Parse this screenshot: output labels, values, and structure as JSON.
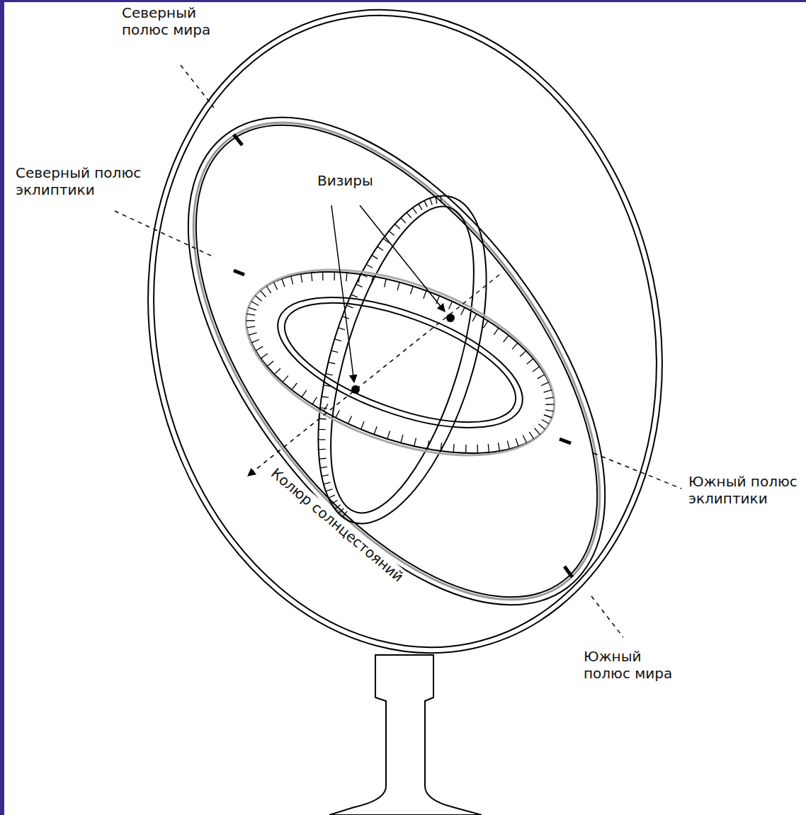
{
  "diagram": {
    "labels": [
      "Северный полюс мира",
      "Северный полюс эклиптики",
      "Визиры",
      "Колюр солнцестояний",
      "Южный полюс эклиптики",
      "Южный полюс мира"
    ]
  }
}
